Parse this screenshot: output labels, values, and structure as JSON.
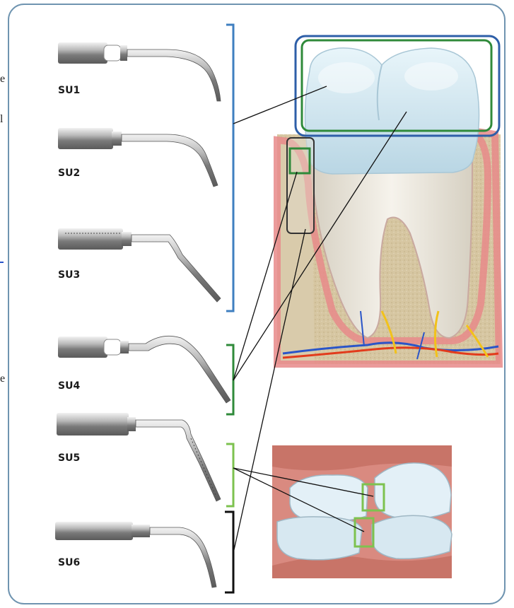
{
  "tips": [
    {
      "label": "SU1"
    },
    {
      "label": "SU2"
    },
    {
      "label": "SU3"
    },
    {
      "label": "SU4"
    },
    {
      "label": "SU5"
    },
    {
      "label": "SU6"
    }
  ],
  "edge_text": {
    "line1": "e",
    "line2": "l",
    "line3": "e"
  },
  "colors": {
    "frame_border": "#6f94b0",
    "bracket_blue": "#3f7fc0",
    "bracket_green_dark": "#2f8a3a",
    "bracket_green_light": "#7dc24f",
    "bracket_black": "#111111",
    "enamel": "#d3e8f2",
    "gum": "#e88a8a",
    "bone": "#d9cbab"
  }
}
